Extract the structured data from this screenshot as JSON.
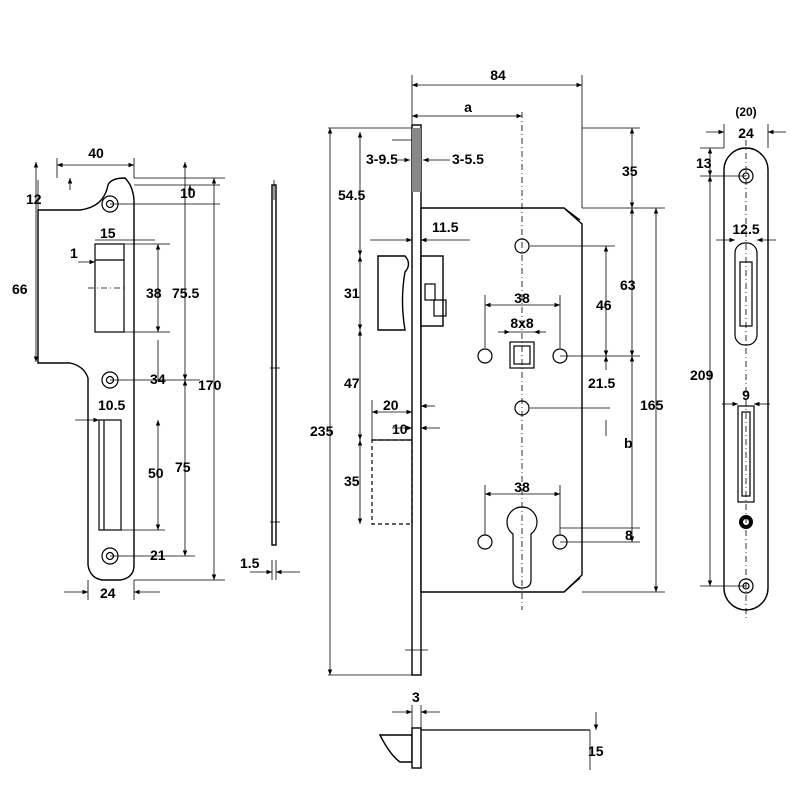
{
  "strike_plate": {
    "width_top": "40",
    "offset_top": "12",
    "hole_top_dim": "10",
    "upper_height": "66",
    "slot_width": "15",
    "slot_edge": "1",
    "slot_height": "38",
    "hole_spacing_a": "75.5",
    "total_height": "170",
    "hole_mid_dim": "34",
    "lower_offset": "10.5",
    "lower_slot_height": "50",
    "hole_spacing_b": "75",
    "hole_bottom_dim": "21",
    "width_bottom": "24"
  },
  "side_profile": {
    "thickness": "1.5"
  },
  "lock_body": {
    "width": "84",
    "backset": "a",
    "latch_projection_range": "3-9.5",
    "bolt_projection_range": "3-5.5",
    "latch_offset": "54.5",
    "latch_depth": "11.5",
    "latch_height": "31",
    "top_to_follower": "35",
    "follower_to_spindle": "63",
    "spindle_spacing": "46",
    "follower_width": "38",
    "spindle_square": "8x8",
    "bolt_offset": "47",
    "bolt_projection": "20",
    "bolt_depth": "10",
    "follower_offset": "21.5",
    "body_height": "165",
    "total_height": "235",
    "bolt_height": "35",
    "cylinder_distance": "b",
    "cylinder_width": "38",
    "cylinder_offset": "8"
  },
  "faceplate": {
    "overall_width": "(20)",
    "width": "24",
    "hole_offset": "13",
    "slot_width": "12.5",
    "length": "209",
    "bolt_slot_width": "9"
  },
  "bottom_view": {
    "thickness": "3",
    "depth": "15"
  }
}
